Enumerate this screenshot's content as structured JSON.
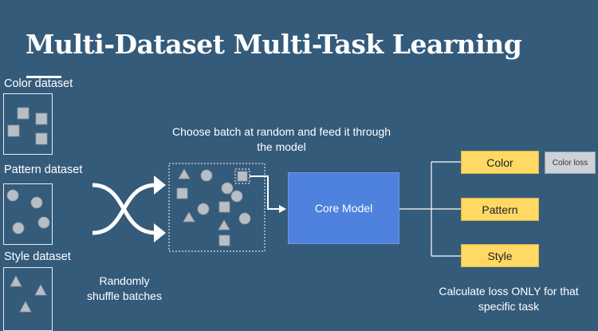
{
  "slide": {
    "title": "Multi-Dataset Multi-Task Learning",
    "datasets": [
      {
        "label": "Color dataset",
        "shape": "square"
      },
      {
        "label": "Pattern dataset",
        "shape": "circle"
      },
      {
        "label": "Style dataset",
        "shape": "triangle"
      }
    ],
    "shuffle_caption": "Randomly\nshuffle batches",
    "batch_caption": "Choose batch at random and feed it through\nthe model",
    "core_model_label": "Core Model",
    "tasks": [
      "Color",
      "Pattern",
      "Style"
    ],
    "loss_label": "Color loss",
    "loss_caption": "Calculate loss ONLY for that\nspecific task"
  },
  "colors": {
    "background": "#355b7b",
    "core_model": "#4f82de",
    "task_box": "#ffd964",
    "loss_box": "#cdd2d8",
    "shape_fill": "#b7bec6"
  }
}
